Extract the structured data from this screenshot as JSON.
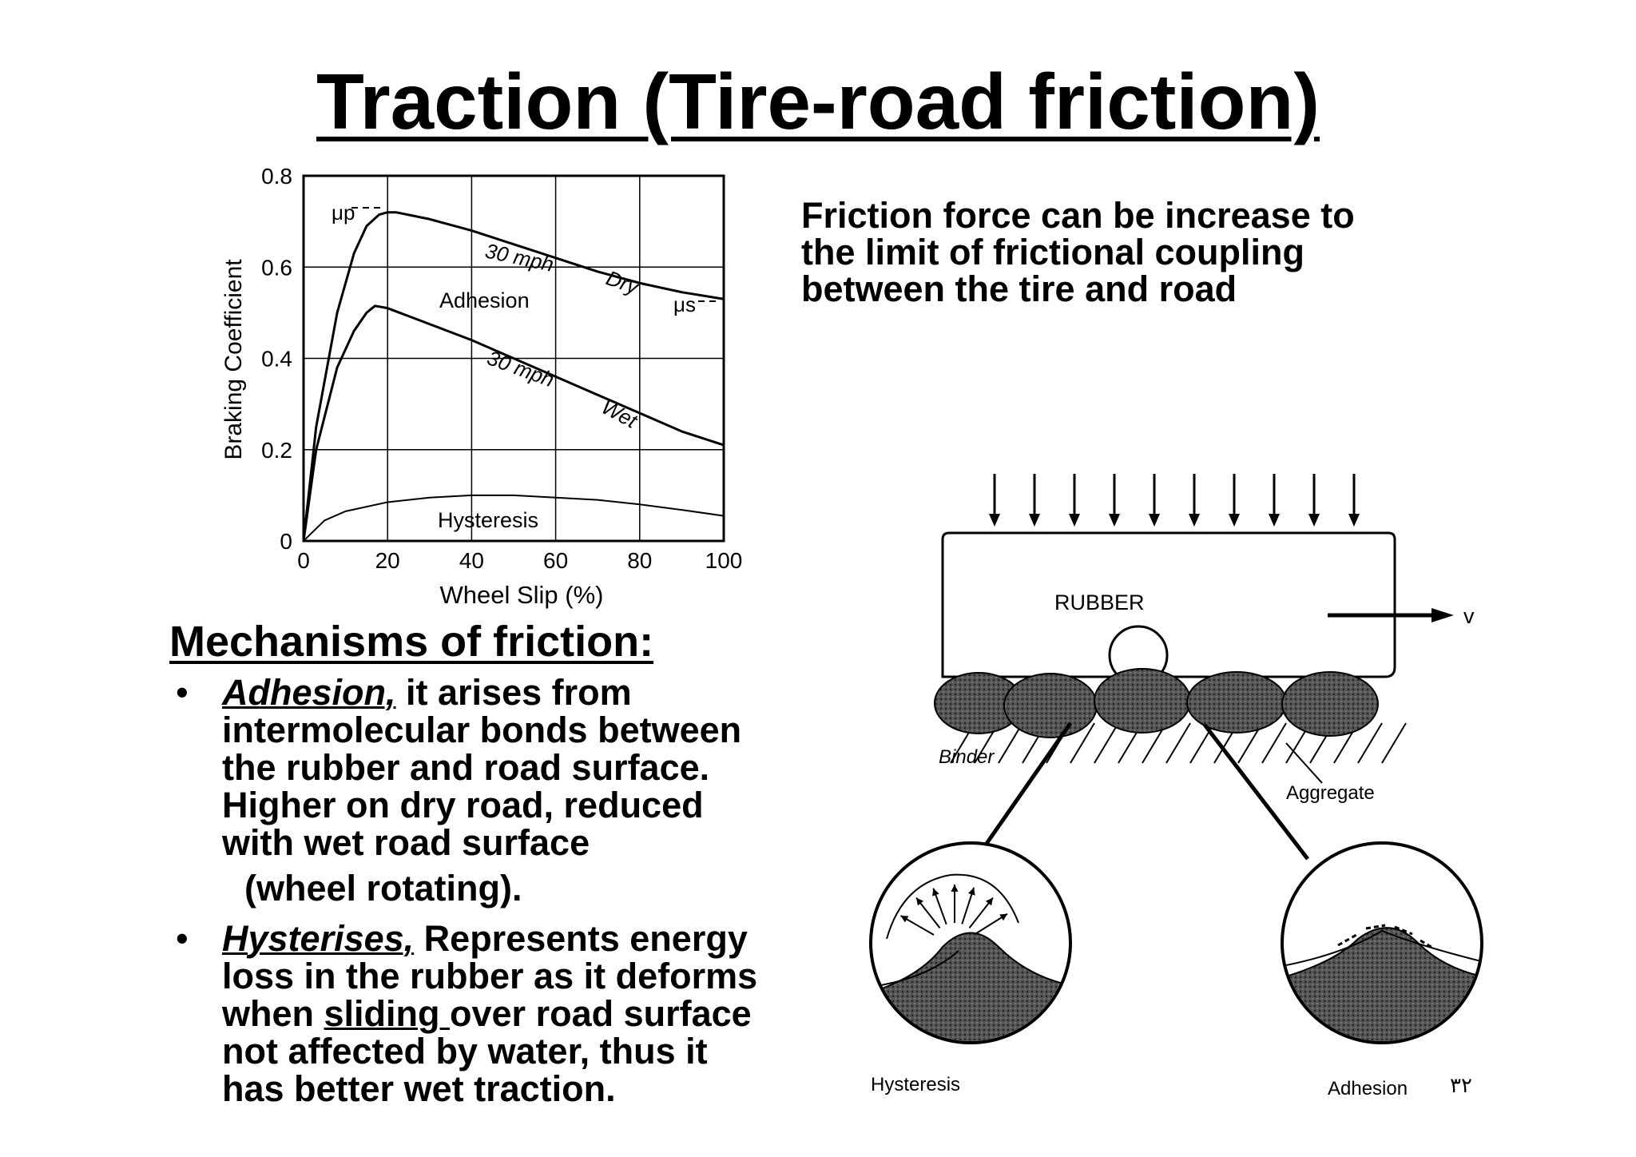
{
  "slide": {
    "title": "Traction (Tire-road friction)",
    "page_number": "٣٢"
  },
  "right_text": {
    "lines": [
      "Friction force can be increase to",
      "the limit of frictional coupling",
      "between the tire and road"
    ]
  },
  "mechanisms": {
    "heading": "Mechanisms of friction:",
    "bullet_symbol": "•",
    "items": [
      {
        "keyword": "Adhesion,",
        "first_line_rest": " it arises from",
        "lines": [
          "intermolecular bonds between",
          "the rubber and road surface.",
          "Higher on dry road, reduced",
          "with wet road surface"
        ],
        "indented_line": "(wheel rotating)."
      },
      {
        "keyword": "Hysterises,",
        "first_line_rest": " Represents energy",
        "lines": [
          "loss in the rubber as it deforms"
        ],
        "line_with_underline": {
          "before": "when ",
          "underlined": "sliding ",
          "after": "over road surface"
        },
        "lines_after": [
          "not affected by water,  thus it",
          "has better wet traction."
        ]
      }
    ]
  },
  "chart_data": {
    "type": "line",
    "xlabel": "Wheel Slip (%)",
    "ylabel": "Braking Coefficient",
    "xlim": [
      0,
      100
    ],
    "ylim": [
      0,
      0.8
    ],
    "x_ticks": [
      "0",
      "20",
      "40",
      "60",
      "80",
      "100"
    ],
    "y_ticks": [
      "0",
      "0.2",
      "0.4",
      "0.6",
      "0.8"
    ],
    "grid": true,
    "series": [
      {
        "name": "Dry",
        "x": [
          0,
          3,
          8,
          12,
          15,
          18,
          20,
          22,
          30,
          40,
          50,
          60,
          70,
          80,
          90,
          100
        ],
        "y": [
          0,
          0.25,
          0.5,
          0.63,
          0.69,
          0.715,
          0.72,
          0.72,
          0.705,
          0.68,
          0.65,
          0.62,
          0.59,
          0.565,
          0.545,
          0.53
        ]
      },
      {
        "name": "Wet",
        "x": [
          0,
          3,
          8,
          12,
          15,
          17,
          20,
          30,
          40,
          50,
          60,
          70,
          80,
          90,
          100
        ],
        "y": [
          0,
          0.2,
          0.38,
          0.46,
          0.5,
          0.515,
          0.51,
          0.475,
          0.44,
          0.4,
          0.36,
          0.32,
          0.28,
          0.24,
          0.21
        ]
      },
      {
        "name": "Hysteresis",
        "x": [
          0,
          5,
          10,
          20,
          30,
          40,
          50,
          60,
          70,
          80,
          90,
          100
        ],
        "y": [
          0,
          0.045,
          0.065,
          0.085,
          0.095,
          0.1,
          0.1,
          0.095,
          0.09,
          0.08,
          0.068,
          0.055
        ]
      }
    ],
    "annotations": {
      "mu_p": "μp",
      "mu_s": "μs",
      "dry_speed": "30 mph",
      "dry_label": "Dry",
      "wet_speed": "30 mph",
      "wet_label": "Wet",
      "adhesion": "Adhesion",
      "hysteresis": "Hysteresis"
    }
  },
  "diagram": {
    "rubber_label": "RUBBER",
    "velocity_label": "v",
    "binder_label": "Binder",
    "aggregate_label": "Aggregate",
    "hysteresis_caption": "Hysteresis",
    "adhesion_caption": "Adhesion"
  }
}
